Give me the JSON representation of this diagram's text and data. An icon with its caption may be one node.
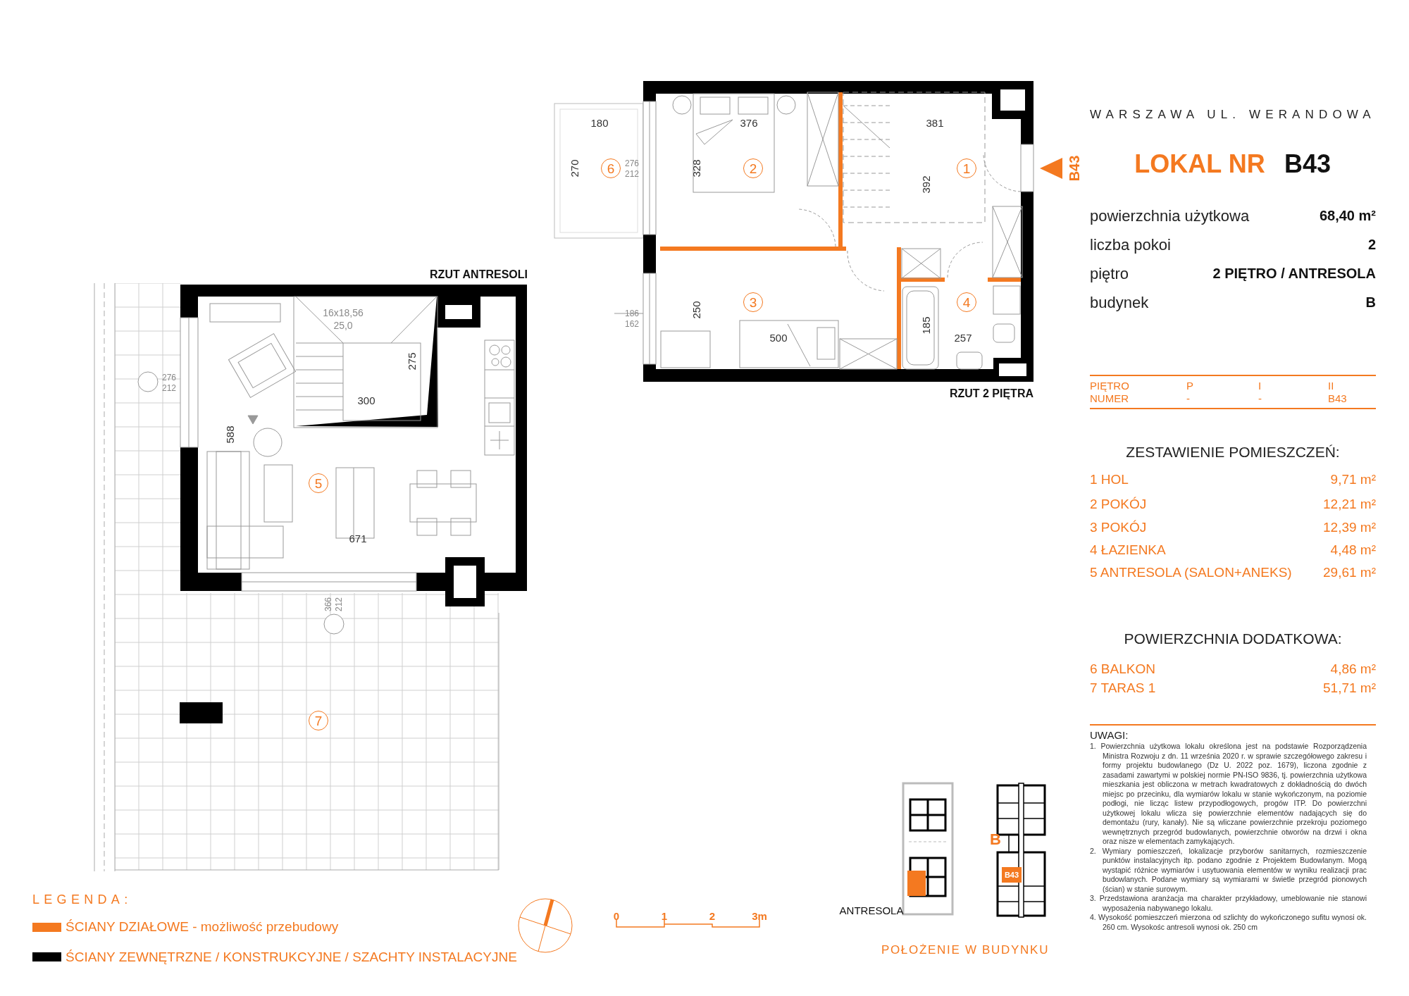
{
  "diagram": {
    "nodes": [
      {
        "text": [
          "1"
        ]
      },
      {
        "text": [
          "2"
        ]
      },
      {
        "text": [
          "3"
        ]
      },
      {
        "text": [
          "4"
        ]
      },
      {
        "text": [
          "5"
        ]
      },
      {
        "text": [
          "6"
        ]
      },
      {
        "text": [
          "7"
        ]
      }
    ],
    "labels": [
      "WARSZAWA UL. WERANDOWA",
      "LOKAL NR",
      "B43",
      "powierzchnia użytkowa",
      "68,40 m²",
      "liczba pokoi",
      "2",
      "piętro",
      "2 PIĘTRO / ANTRESOLA",
      "budynek",
      "B",
      "PIĘTRO",
      "P",
      "I",
      "II",
      "NUMER",
      "-",
      "-",
      "B43",
      "ZESTAWIENIE POMIESZCZEŃ:",
      "1 HOL",
      "9,71 m²",
      "2 POKÓJ",
      "12,21 m²",
      "3 POKÓJ",
      "12,39 m²",
      "4 ŁAZIENKA",
      "4,48 m²",
      "5 ANTRESOLA (SALON+ANEKS)",
      "29,61 m²",
      "POWIERZCHNIA DODATKOWA:",
      "6 BALKON",
      "4,86 m²",
      "7 TARAS 1",
      "51,71 m²",
      "UWAGI:",
      "1. Powierzchnia użytkowa lokalu określona jest na podstawie Rozporządzenia Ministra Rozwoju z dn. 11 września 2020 r. w sprawie szczegółowego zakresu i formy projektu budowlanego (Dz U. 2022 poz. 1679), liczona zgodnie z zasadami zawartymi w polskiej normie PN-ISO 9836, tj. powierzchnia użytkowa mieszkania jest obliczona w metrach kwadratowych z dokładnością do dwóch miejsc po przecinku, dla wymiarów lokalu w stanie wykończonym, na poziomie podłogi, nie licząc listew przypodłogowych, progów ITP. Do powierzchni użytkowej lokalu wlicza się powierzchnie elementów nadających się do demontażu (rury, kanały). Nie są wliczane powierzchnie przekroju poziomego wewnętrznych przegród budowlanych, powierzchnie otworów na drzwi i okna oraz nisze w elementach zamykających.",
      "2. Wymiary pomieszczeń, lokalizacje przyborów sanitarnych, rozmieszczenie punktów instalacyjnych itp. podano zgodnie z Projektem Budowlanym. Mogą wystąpić różnice wymiarów i usytuowania elementów w wyniku realizacji prac budowlanych. Podane wymiary są wymiarami w świetle przegród pionowych (ścian) w stanie surowym.",
      "3. Przedstawiona aranżacja ma charakter przykładowy, umeblowanie nie stanowi wyposażenia nabywanego lokalu.",
      "4. Wysokość pomieszczeń mierzona od szlichty do wykończonego sufitu wynosi ok. 260 cm. Wysokośc antresoli wynosi ok. 250 cm",
      "180",
      "270",
      "276",
      "212",
      "376",
      "328",
      "381",
      "392",
      "186",
      "162",
      "250",
      "500",
      "185",
      "257",
      "B43",
      "RZUT 2 PIĘTRA",
      "RZUT ANTRESOLI",
      "16x18,56",
      "25,0",
      "275",
      "300",
      "276",
      "212",
      "588",
      "671",
      "366",
      "212",
      "LEGENDA:",
      "0",
      "1",
      "2",
      "3m",
      "B",
      "B43",
      "ANTRESOLA",
      "POŁOŻENIE W BUDYNKU"
    ],
    "legend": [
      {
        "text": "ŚCIANY DZIAŁOWE - możliwość przebudowy",
        "color": "#f47920"
      },
      {
        "text": "ŚCIANY ZEWNĘTRZNE / KONSTRUKCYJNE / SZACHTY INSTALACYJNE",
        "color": "#000000"
      }
    ]
  }
}
